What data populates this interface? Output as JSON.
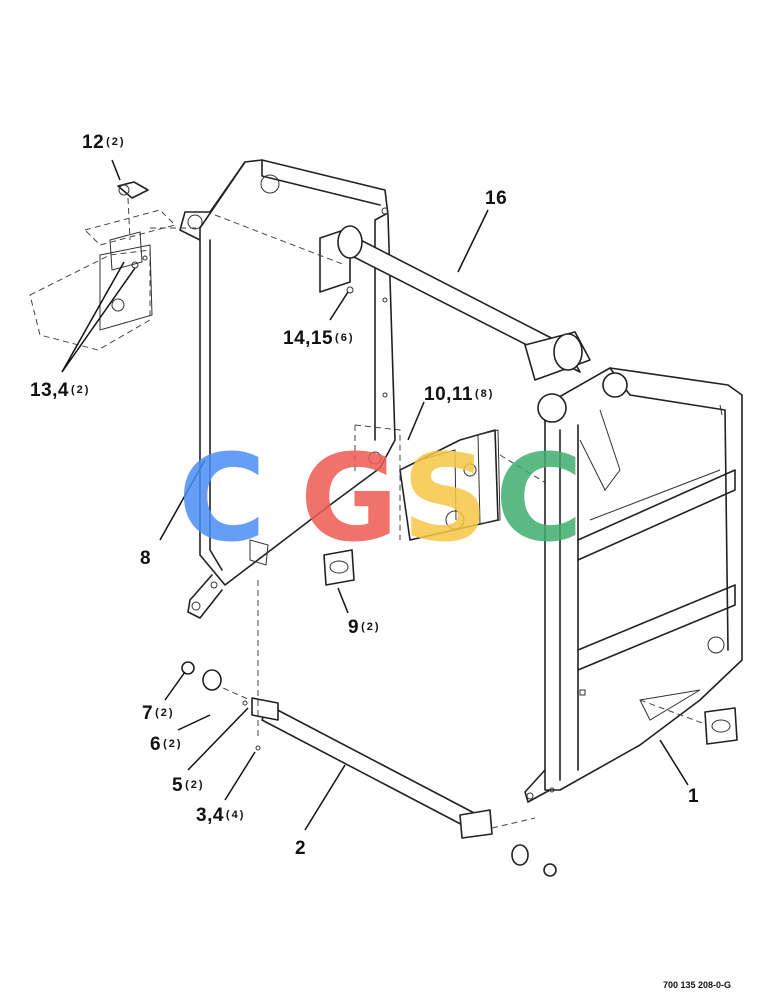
{
  "callouts": [
    {
      "id": "c12",
      "num": "12",
      "qty": "(2)"
    },
    {
      "id": "c16",
      "num": "16",
      "qty": ""
    },
    {
      "id": "c1415",
      "num": "14,15",
      "qty": "(6)"
    },
    {
      "id": "c134",
      "num": "13,4",
      "qty": "(2)"
    },
    {
      "id": "c1011",
      "num": "10,11",
      "qty": "(8)"
    },
    {
      "id": "c8",
      "num": "8",
      "qty": ""
    },
    {
      "id": "c9",
      "num": "9",
      "qty": "(2)"
    },
    {
      "id": "c7",
      "num": "7",
      "qty": "(2)"
    },
    {
      "id": "c6",
      "num": "6",
      "qty": "(2)"
    },
    {
      "id": "c5",
      "num": "5",
      "qty": "(2)"
    },
    {
      "id": "c34",
      "num": "3,4",
      "qty": "(4)"
    },
    {
      "id": "c2",
      "num": "2",
      "qty": ""
    },
    {
      "id": "c1",
      "num": "1",
      "qty": ""
    }
  ],
  "drawing_code": "700 135 208-0-G",
  "watermark": {
    "letters": [
      "C",
      "G",
      "S",
      "C"
    ],
    "colors": [
      "#4c8df6",
      "#ee5a52",
      "#f6c644",
      "#3fae6e"
    ]
  }
}
